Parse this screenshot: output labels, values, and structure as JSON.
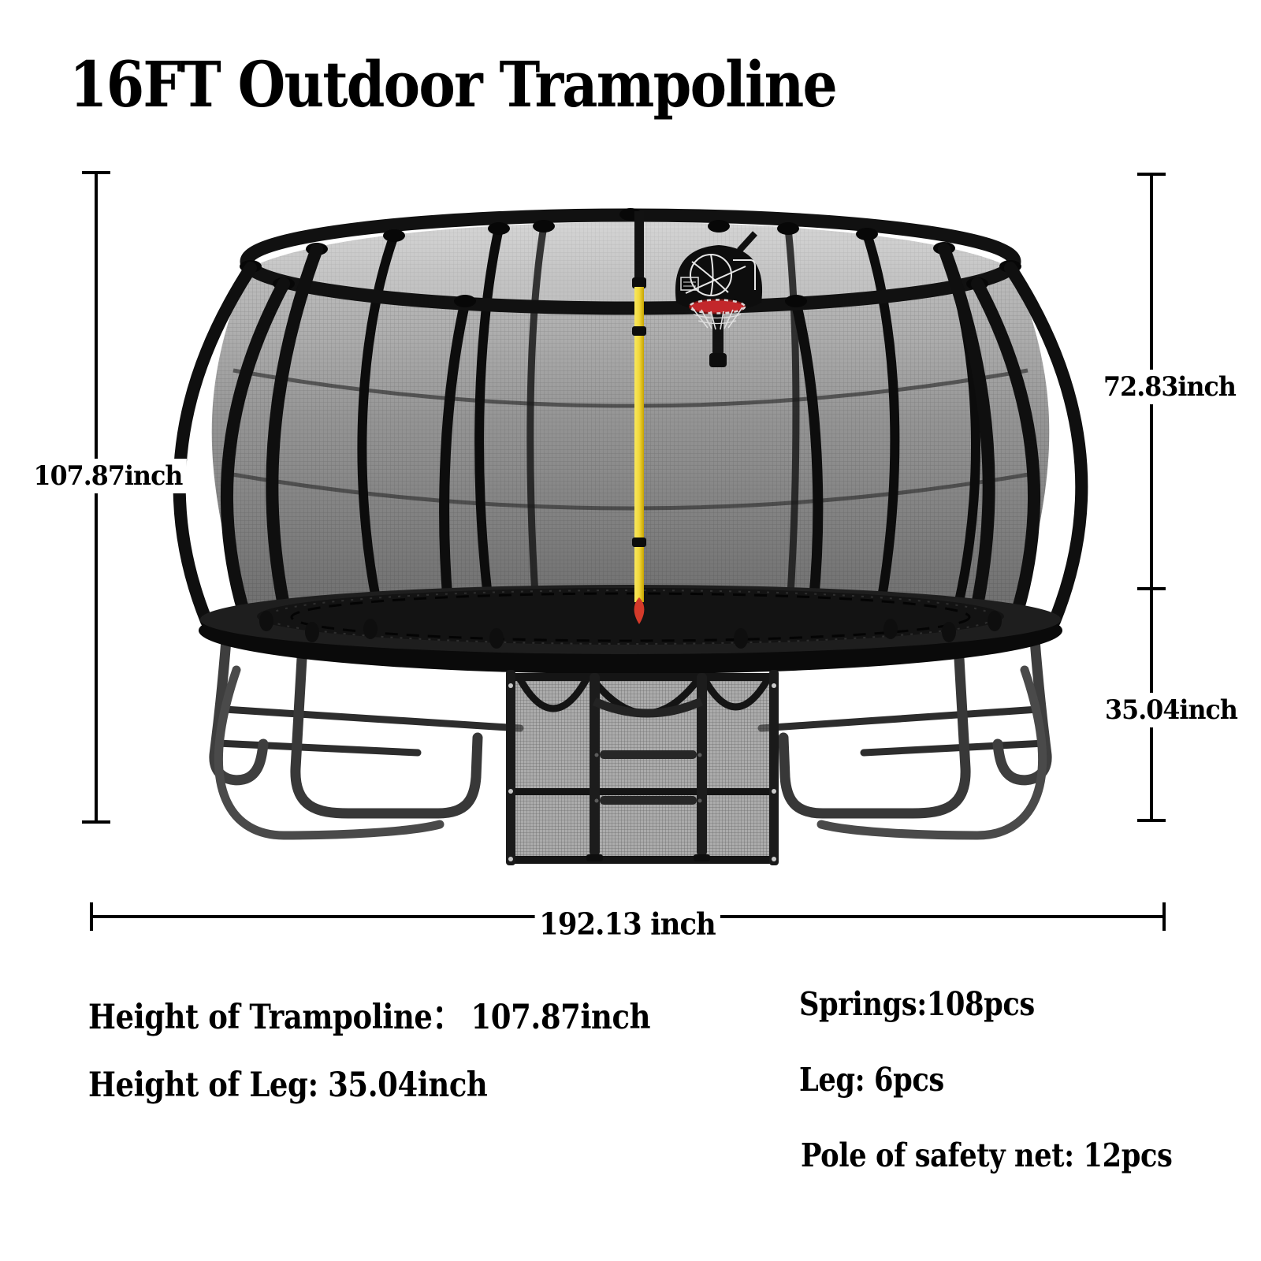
{
  "title": "16FT Outdoor Trampoline",
  "diagram": {
    "dimensions": {
      "total_height": "107.87inch",
      "net_height": "72.83inch",
      "leg_height": "35.04inch",
      "total_width": "192.13 inch"
    },
    "colors": {
      "frame": "#141414",
      "net_mesh": "#8d8d8d",
      "legs": "#3e3e3e",
      "center_pole": "#f2d83c",
      "center_pole_tip": "#d43a2a",
      "hoop_rim": "#c3272b",
      "hoop_net": "#e6e6e6",
      "annotation": "#000000"
    }
  },
  "specs": {
    "left": [
      "Height of Trampoline：  107.87inch",
      "Height of Leg: 35.04inch"
    ],
    "right": [
      "Springs:108pcs",
      "Leg: 6pcs",
      "Pole of safety net: 12pcs"
    ]
  }
}
